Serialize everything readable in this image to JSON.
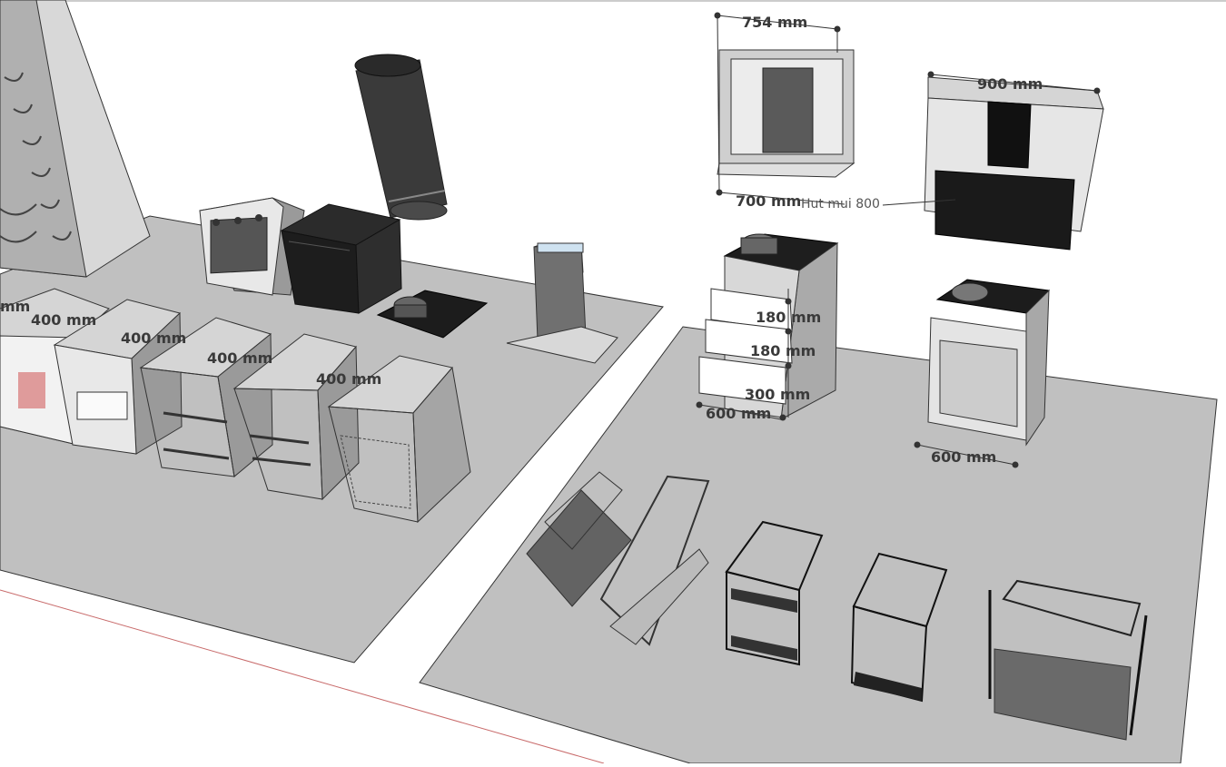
{
  "scene": {
    "background": "#ffffff",
    "floor_color": "#c0c0c0",
    "edge_color": "#333333",
    "axis_red": "#c86a6a"
  },
  "dimensions": {
    "cut_left": "mm",
    "drawer_400_a": "400 mm",
    "drawer_400_b": "400 mm",
    "drawer_400_c": "400 mm",
    "drawer_400_d": "400 mm",
    "hood_width_top": "754 mm",
    "hood_depth": "700 mm",
    "hood_cabinet_width": "900 mm",
    "drawer_h1": "180 mm",
    "drawer_h2": "180 mm",
    "drawer_h3": "300 mm",
    "base_width_a": "600 mm",
    "base_width_b": "600 mm"
  },
  "annotations": {
    "hood_note": "Hut mui 800"
  }
}
